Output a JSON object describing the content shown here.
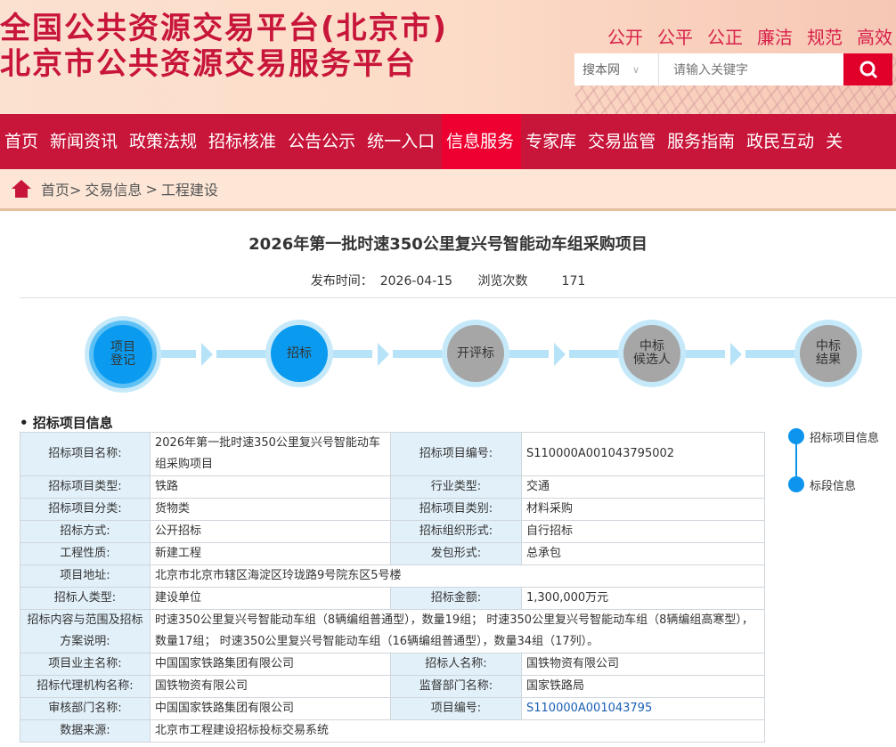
{
  "header": {
    "title1": "全国公共资源交易平台(北京市)",
    "title2": "北京市公共资源交易服务平台",
    "slogans": [
      "公开",
      "公平",
      "公正",
      "廉洁",
      "规范",
      "高效"
    ],
    "search_scope": "搜本网",
    "search_placeholder": "请输入关键字"
  },
  "nav": [
    "首页",
    "新闻资讯",
    "政策法规",
    "招标核准",
    "公告公示",
    "统一入口",
    "信息服务",
    "专家库",
    "交易监管",
    "服务指南",
    "政民互动",
    "关"
  ],
  "nav_active": "信息服务",
  "breadcrumb": [
    "首页>",
    "交易信息",
    ">",
    "工程建设"
  ],
  "page": {
    "title": "2026年第一批时速350公里复兴号智能动车组采购项目",
    "publish_label": "发布时间：",
    "publish_date": "2026-04-15",
    "views_label": "浏览次数",
    "views": "171"
  },
  "steps": [
    {
      "l1": "项目",
      "l2": "登记",
      "state": "done"
    },
    {
      "l1": "招标",
      "l2": "",
      "state": "done"
    },
    {
      "l1": "开评标",
      "l2": "",
      "state": "pending"
    },
    {
      "l1": "中标",
      "l2": "候选人",
      "state": "pending"
    },
    {
      "l1": "中标",
      "l2": "结果",
      "state": "pending"
    }
  ],
  "section_title": "• 招标项目信息",
  "table": {
    "r1": [
      "招标项目名称:",
      "2026年第一批时速350公里复兴号智能动车组采购项目",
      "招标项目编号:",
      "S110000A001043795002"
    ],
    "r2": [
      "招标项目类型:",
      "铁路",
      "行业类型:",
      "交通"
    ],
    "r3": [
      "招标项目分类:",
      "货物类",
      "招标项目类别:",
      "材料采购"
    ],
    "r4": [
      "招标方式:",
      "公开招标",
      "招标组织形式:",
      "自行招标"
    ],
    "r5": [
      "工程性质:",
      "新建工程",
      "发包形式:",
      "总承包"
    ],
    "r6": [
      "项目地址:",
      "北京市北京市辖区海淀区玲珑路9号院东区5号楼"
    ],
    "r7": [
      "招标人类型:",
      "建设单位",
      "招标金额:",
      "1,300,000万元"
    ],
    "r8": [
      "招标内容与范围及招标方案说明:",
      "时速350公里复兴号智能动车组（8辆编组普通型），数量19组； 时速350公里复兴号智能动车组（8辆编组高寒型），数量17组； 时速350公里复兴号智能动车组（16辆编组普通型），数量34组（17列）。"
    ],
    "r9": [
      "项目业主名称:",
      "中国国家铁路集团有限公司",
      "招标人名称:",
      "国铁物资有限公司"
    ],
    "r10": [
      "招标代理机构名称:",
      "国铁物资有限公司",
      "监督部门名称:",
      "国家铁路局"
    ],
    "r11": [
      "审核部门名称:",
      "中国国家铁路集团有限公司",
      "项目编号:",
      "S110000A001043795"
    ],
    "r12": [
      "数据来源:",
      "北京市工程建设招标投标交易系统"
    ]
  },
  "timeline": [
    "招标项目信息",
    "标段信息"
  ],
  "colors": {
    "brand": "#c8153a",
    "active": "#ee0030",
    "step_done": "#0a9bf0",
    "step_pending": "#a6a6a6"
  }
}
